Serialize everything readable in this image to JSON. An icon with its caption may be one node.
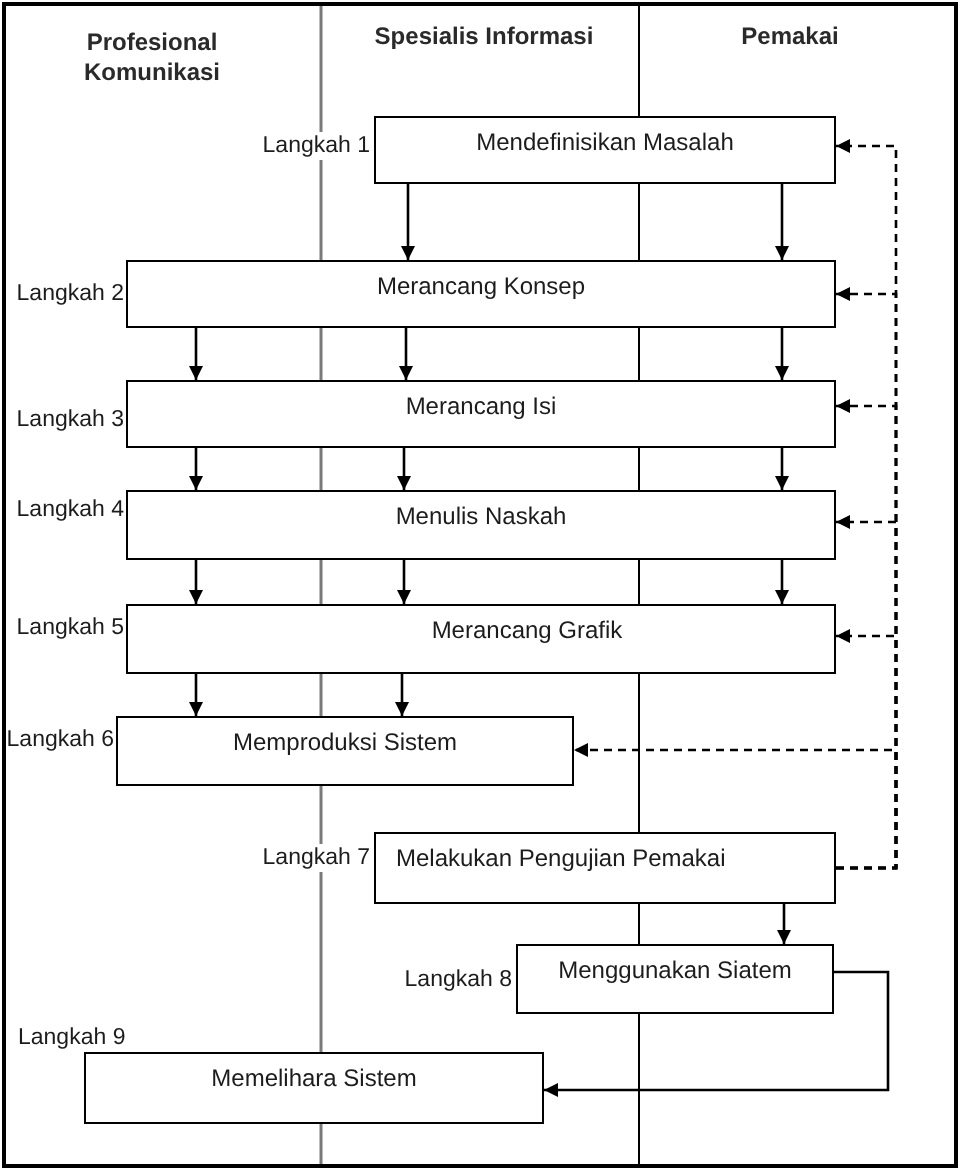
{
  "diagram": {
    "nodes": [
      {
        "text": [
          "Mendefinisikan Masalah"
        ],
        "beside": [
          "Langkah 1"
        ]
      },
      {
        "text": [
          "Merancang Konsep"
        ],
        "beside": [
          "Langkah 2"
        ]
      },
      {
        "text": [
          "Merancang Isi"
        ],
        "beside": [
          "Langkah 3"
        ]
      },
      {
        "text": [
          "Menulis Naskah"
        ],
        "beside": [
          "Langkah 4"
        ]
      },
      {
        "text": [
          "Merancang Grafik"
        ],
        "beside": [
          "Langkah 5"
        ]
      },
      {
        "text": [
          "Memproduksi Sistem"
        ],
        "beside": [
          "Langkah 6"
        ]
      },
      {
        "text": [
          "Melakukan Pengujian Pemakai"
        ],
        "beside": [
          "Langkah 7"
        ]
      },
      {
        "text": [
          "Menggunakan Siatem"
        ],
        "beside": [
          "Langkah 8"
        ]
      },
      {
        "text": [
          "Memelihara Sistem"
        ],
        "beside": [
          "Langkah 9"
        ]
      }
    ],
    "edges": [
      {
        "from": 0,
        "to": 1,
        "arrow": "to"
      },
      {
        "from": 0,
        "to": 1,
        "arrow": "to"
      },
      {
        "from": 1,
        "to": 2,
        "arrow": "to"
      },
      {
        "from": 1,
        "to": 2,
        "arrow": "to"
      },
      {
        "from": 1,
        "to": 2,
        "arrow": "to"
      },
      {
        "from": 2,
        "to": 3,
        "arrow": "to"
      },
      {
        "from": 2,
        "to": 3,
        "arrow": "to"
      },
      {
        "from": 2,
        "to": 3,
        "arrow": "to"
      },
      {
        "from": 3,
        "to": 4,
        "arrow": "to"
      },
      {
        "from": 3,
        "to": 4,
        "arrow": "to"
      },
      {
        "from": 3,
        "to": 4,
        "arrow": "to"
      },
      {
        "from": 4,
        "to": 5,
        "arrow": "to"
      },
      {
        "from": 4,
        "to": 5,
        "arrow": "to"
      },
      {
        "from": 6,
        "to": 7,
        "arrow": "to"
      },
      {
        "from": 7,
        "to": 8,
        "arrow": "to"
      },
      {
        "from": 6,
        "to": 0,
        "arrow": "to",
        "style": "dashed"
      },
      {
        "from": 6,
        "to": 1,
        "arrow": "to",
        "style": "dashed"
      },
      {
        "from": 6,
        "to": 2,
        "arrow": "to",
        "style": "dashed"
      },
      {
        "from": 6,
        "to": 3,
        "arrow": "to",
        "style": "dashed"
      },
      {
        "from": 6,
        "to": 4,
        "arrow": "to",
        "style": "dashed"
      },
      {
        "from": 6,
        "to": 5,
        "arrow": "to",
        "style": "dashed"
      }
    ],
    "labels": [
      "Profesional Komunikasi",
      "Spesialis Informasi",
      "Pemakai"
    ]
  }
}
